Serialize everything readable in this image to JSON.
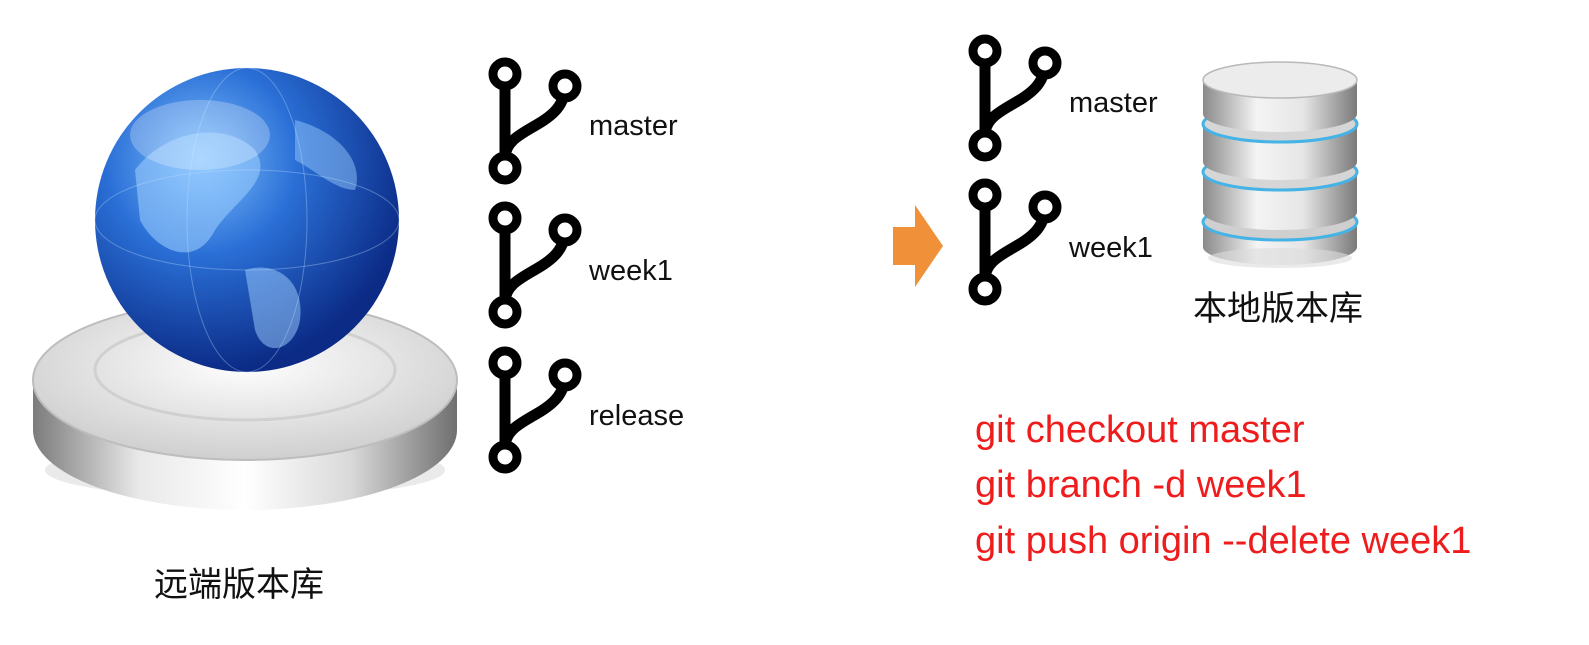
{
  "remote": {
    "label": "远端版本库",
    "icon": "globe-on-pedestal-icon",
    "branches": [
      "master",
      "week1",
      "release"
    ]
  },
  "local": {
    "label": "本地版本库",
    "icon": "database-stack-icon",
    "branches": [
      "master",
      "week1"
    ]
  },
  "arrow": {
    "icon": "orange-arrow-right-icon",
    "color": "#f0913a"
  },
  "commands": [
    "git checkout master",
    "git branch -d week1",
    "git push origin --delete week1"
  ],
  "colors": {
    "command_text": "#ee1c1c",
    "branch_icon": "#000000"
  }
}
